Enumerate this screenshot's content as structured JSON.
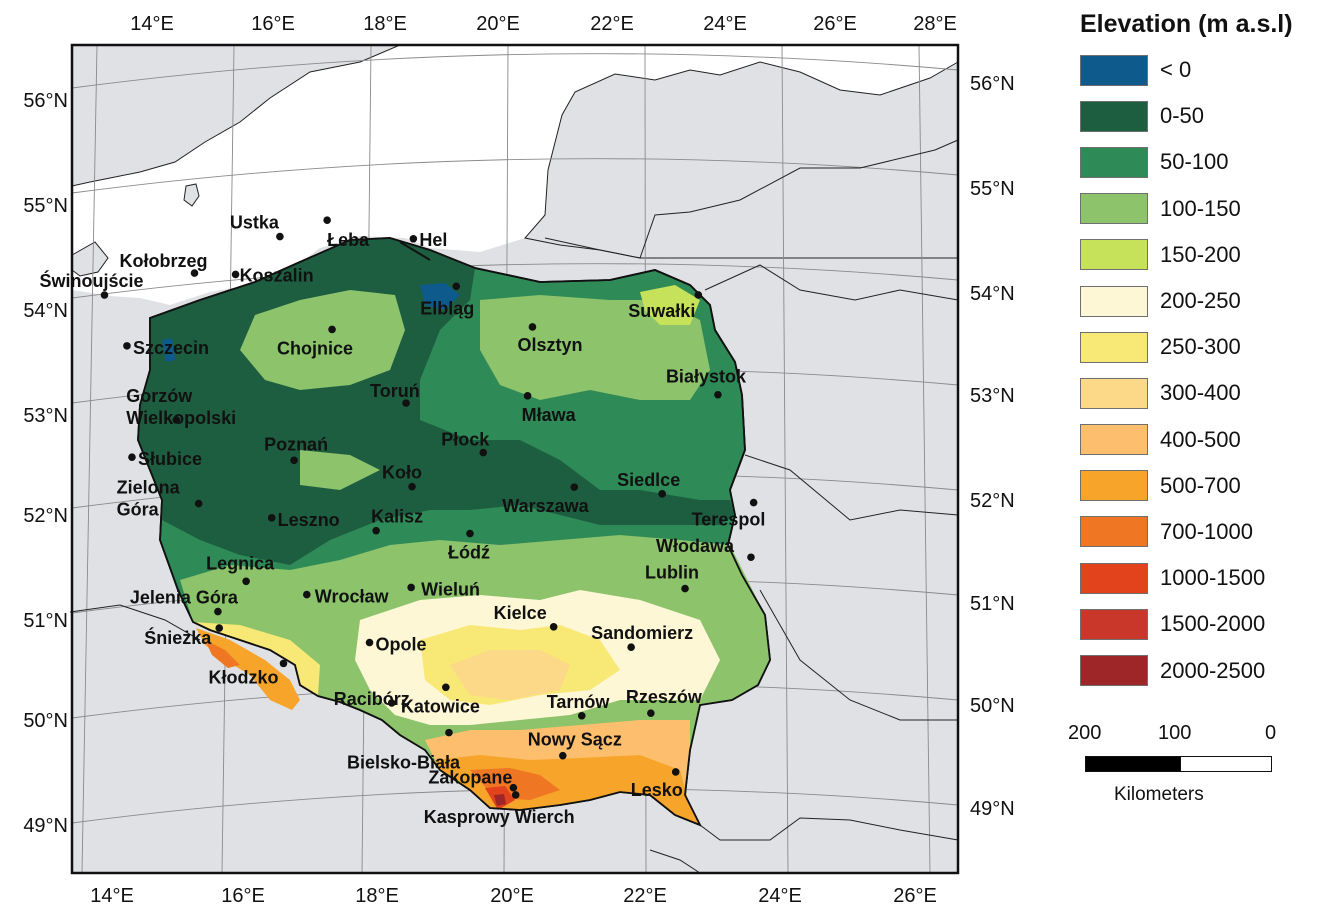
{
  "legend": {
    "title": "Elevation (m a.s.l)",
    "classes": [
      {
        "label": "< 0",
        "color": "#0f5a8c"
      },
      {
        "label": "0-50",
        "color": "#1e5e40"
      },
      {
        "label": "50-100",
        "color": "#2e8a57"
      },
      {
        "label": "100-150",
        "color": "#8cc36b"
      },
      {
        "label": "150-200",
        "color": "#c6e25a"
      },
      {
        "label": "200-250",
        "color": "#fdf7d6"
      },
      {
        "label": "250-300",
        "color": "#f8e876"
      },
      {
        "label": "300-400",
        "color": "#fcd889"
      },
      {
        "label": "400-500",
        "color": "#fdbe6e"
      },
      {
        "label": "500-700",
        "color": "#f7a52a"
      },
      {
        "label": "700-1000",
        "color": "#ef7723"
      },
      {
        "label": "1000-1500",
        "color": "#e2421c"
      },
      {
        "label": "1500-2000",
        "color": "#c9362a"
      },
      {
        "label": "2000-2500",
        "color": "#9e2528"
      }
    ]
  },
  "scale_bar": {
    "ticks": [
      "200",
      "100",
      "0"
    ],
    "unit": "Kilometers"
  },
  "graticule": {
    "longitude_labels": [
      "14°E",
      "16°E",
      "18°E",
      "20°E",
      "22°E",
      "24°E",
      "26°E",
      "28°E"
    ],
    "bottom_longitude_labels": [
      "14°E",
      "16°E",
      "18°E",
      "20°E",
      "22°E",
      "24°E",
      "26°E"
    ],
    "latitude_labels": [
      "56°N",
      "55°N",
      "54°N",
      "53°N",
      "52°N",
      "51°N",
      "50°N",
      "49°N"
    ]
  },
  "colors": {
    "background_land": "#e0e1e5",
    "sea": "#ffffff",
    "border": "#111111"
  },
  "places": [
    {
      "name": "Ustka",
      "lon": 16.85,
      "lat": 54.58
    },
    {
      "name": "Łeba",
      "lon": 17.55,
      "lat": 54.76
    },
    {
      "name": "Hel",
      "lon": 18.8,
      "lat": 54.61
    },
    {
      "name": "Kołobrzeg",
      "lon": 15.58,
      "lat": 54.18
    },
    {
      "name": "Koszalin",
      "lon": 16.18,
      "lat": 54.19
    },
    {
      "name": "Świnoujście",
      "lon": 14.25,
      "lat": 53.91
    },
    {
      "name": "Elbląg",
      "lon": 19.4,
      "lat": 54.16
    },
    {
      "name": "Suwałki",
      "lon": 22.93,
      "lat": 54.1
    },
    {
      "name": "Olsztyn",
      "lon": 20.49,
      "lat": 53.78
    },
    {
      "name": "Chojnice",
      "lon": 17.56,
      "lat": 53.7
    },
    {
      "name": "Szczecin",
      "lon": 14.55,
      "lat": 53.43
    },
    {
      "name": "Białystok",
      "lon": 23.16,
      "lat": 53.13
    },
    {
      "name": "Toruń",
      "lon": 18.6,
      "lat": 53.01
    },
    {
      "name": "Mława",
      "lon": 20.38,
      "lat": 53.11
    },
    {
      "name": "Gorzów Wielkopolski",
      "lon": 15.23,
      "lat": 52.74
    },
    {
      "name": "Płock",
      "lon": 19.7,
      "lat": 52.55
    },
    {
      "name": "Poznań",
      "lon": 16.93,
      "lat": 52.41
    },
    {
      "name": "Słubice",
      "lon": 14.56,
      "lat": 52.35
    },
    {
      "name": "Koło",
      "lon": 18.64,
      "lat": 52.2
    },
    {
      "name": "Siedlce",
      "lon": 22.29,
      "lat": 52.17
    },
    {
      "name": "Warszawa",
      "lon": 21.01,
      "lat": 52.23
    },
    {
      "name": "Terespol",
      "lon": 23.62,
      "lat": 52.08
    },
    {
      "name": "Zielona Góra",
      "lon": 15.51,
      "lat": 51.94
    },
    {
      "name": "Leszno",
      "lon": 16.57,
      "lat": 51.84
    },
    {
      "name": "Kalisz",
      "lon": 18.09,
      "lat": 51.76
    },
    {
      "name": "Łódź",
      "lon": 19.46,
      "lat": 51.76
    },
    {
      "name": "Włodawa",
      "lon": 23.55,
      "lat": 51.55
    },
    {
      "name": "Lublin",
      "lon": 22.57,
      "lat": 51.25
    },
    {
      "name": "Legnica",
      "lon": 16.16,
      "lat": 51.21
    },
    {
      "name": "Wieluń",
      "lon": 18.57,
      "lat": 51.22
    },
    {
      "name": "Wrocław",
      "lon": 17.04,
      "lat": 51.11
    },
    {
      "name": "Jelenia Góra",
      "lon": 15.73,
      "lat": 50.9
    },
    {
      "name": "Kielce",
      "lon": 20.63,
      "lat": 50.87
    },
    {
      "name": "Sandomierz",
      "lon": 21.75,
      "lat": 50.68
    },
    {
      "name": "Śnieżka",
      "lon": 15.74,
      "lat": 50.74
    },
    {
      "name": "Opole",
      "lon": 17.93,
      "lat": 50.67
    },
    {
      "name": "Kłodzko",
      "lon": 16.66,
      "lat": 50.43
    },
    {
      "name": "Katowice",
      "lon": 19.02,
      "lat": 50.26
    },
    {
      "name": "Racibórz",
      "lon": 18.22,
      "lat": 50.09
    },
    {
      "name": "Tarnów",
      "lon": 20.99,
      "lat": 50.01
    },
    {
      "name": "Rzeszów",
      "lon": 22.0,
      "lat": 50.04
    },
    {
      "name": "Bielsko-Biała",
      "lon": 19.04,
      "lat": 49.82
    },
    {
      "name": "Nowy Sącz",
      "lon": 20.69,
      "lat": 49.62
    },
    {
      "name": "Lesko",
      "lon": 22.33,
      "lat": 49.47
    },
    {
      "name": "Zakopane",
      "lon": 19.95,
      "lat": 49.3
    },
    {
      "name": "Kasprowy Wierch",
      "lon": 19.98,
      "lat": 49.23
    }
  ]
}
